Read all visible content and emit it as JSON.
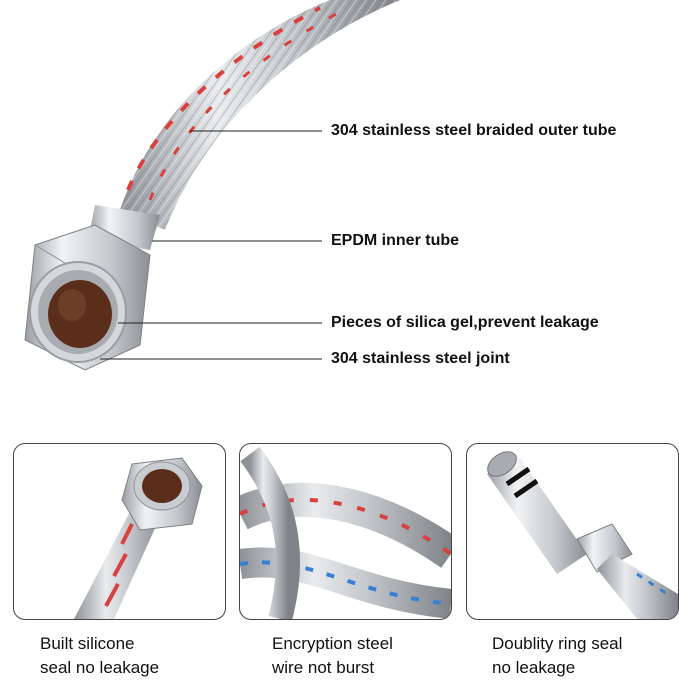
{
  "callouts": [
    "304 stainless steel braided outer tube",
    "EPDM inner tube",
    "Pieces of silica gel,prevent leakage",
    "304 stainless steel joint"
  ],
  "features": [
    {
      "line1": "Built silicone",
      "line2": "seal no leakage"
    },
    {
      "line1": "Encryption steel",
      "line2": "wire not burst"
    },
    {
      "line1": "Doublity ring seal",
      "line2": "no leakage"
    }
  ],
  "colors": {
    "steel": "#bfc3c7",
    "red_strand": "#d94040",
    "blue_strand": "#3a7fd0",
    "brass_interior": "#5a2e1a",
    "border": "#444444"
  }
}
